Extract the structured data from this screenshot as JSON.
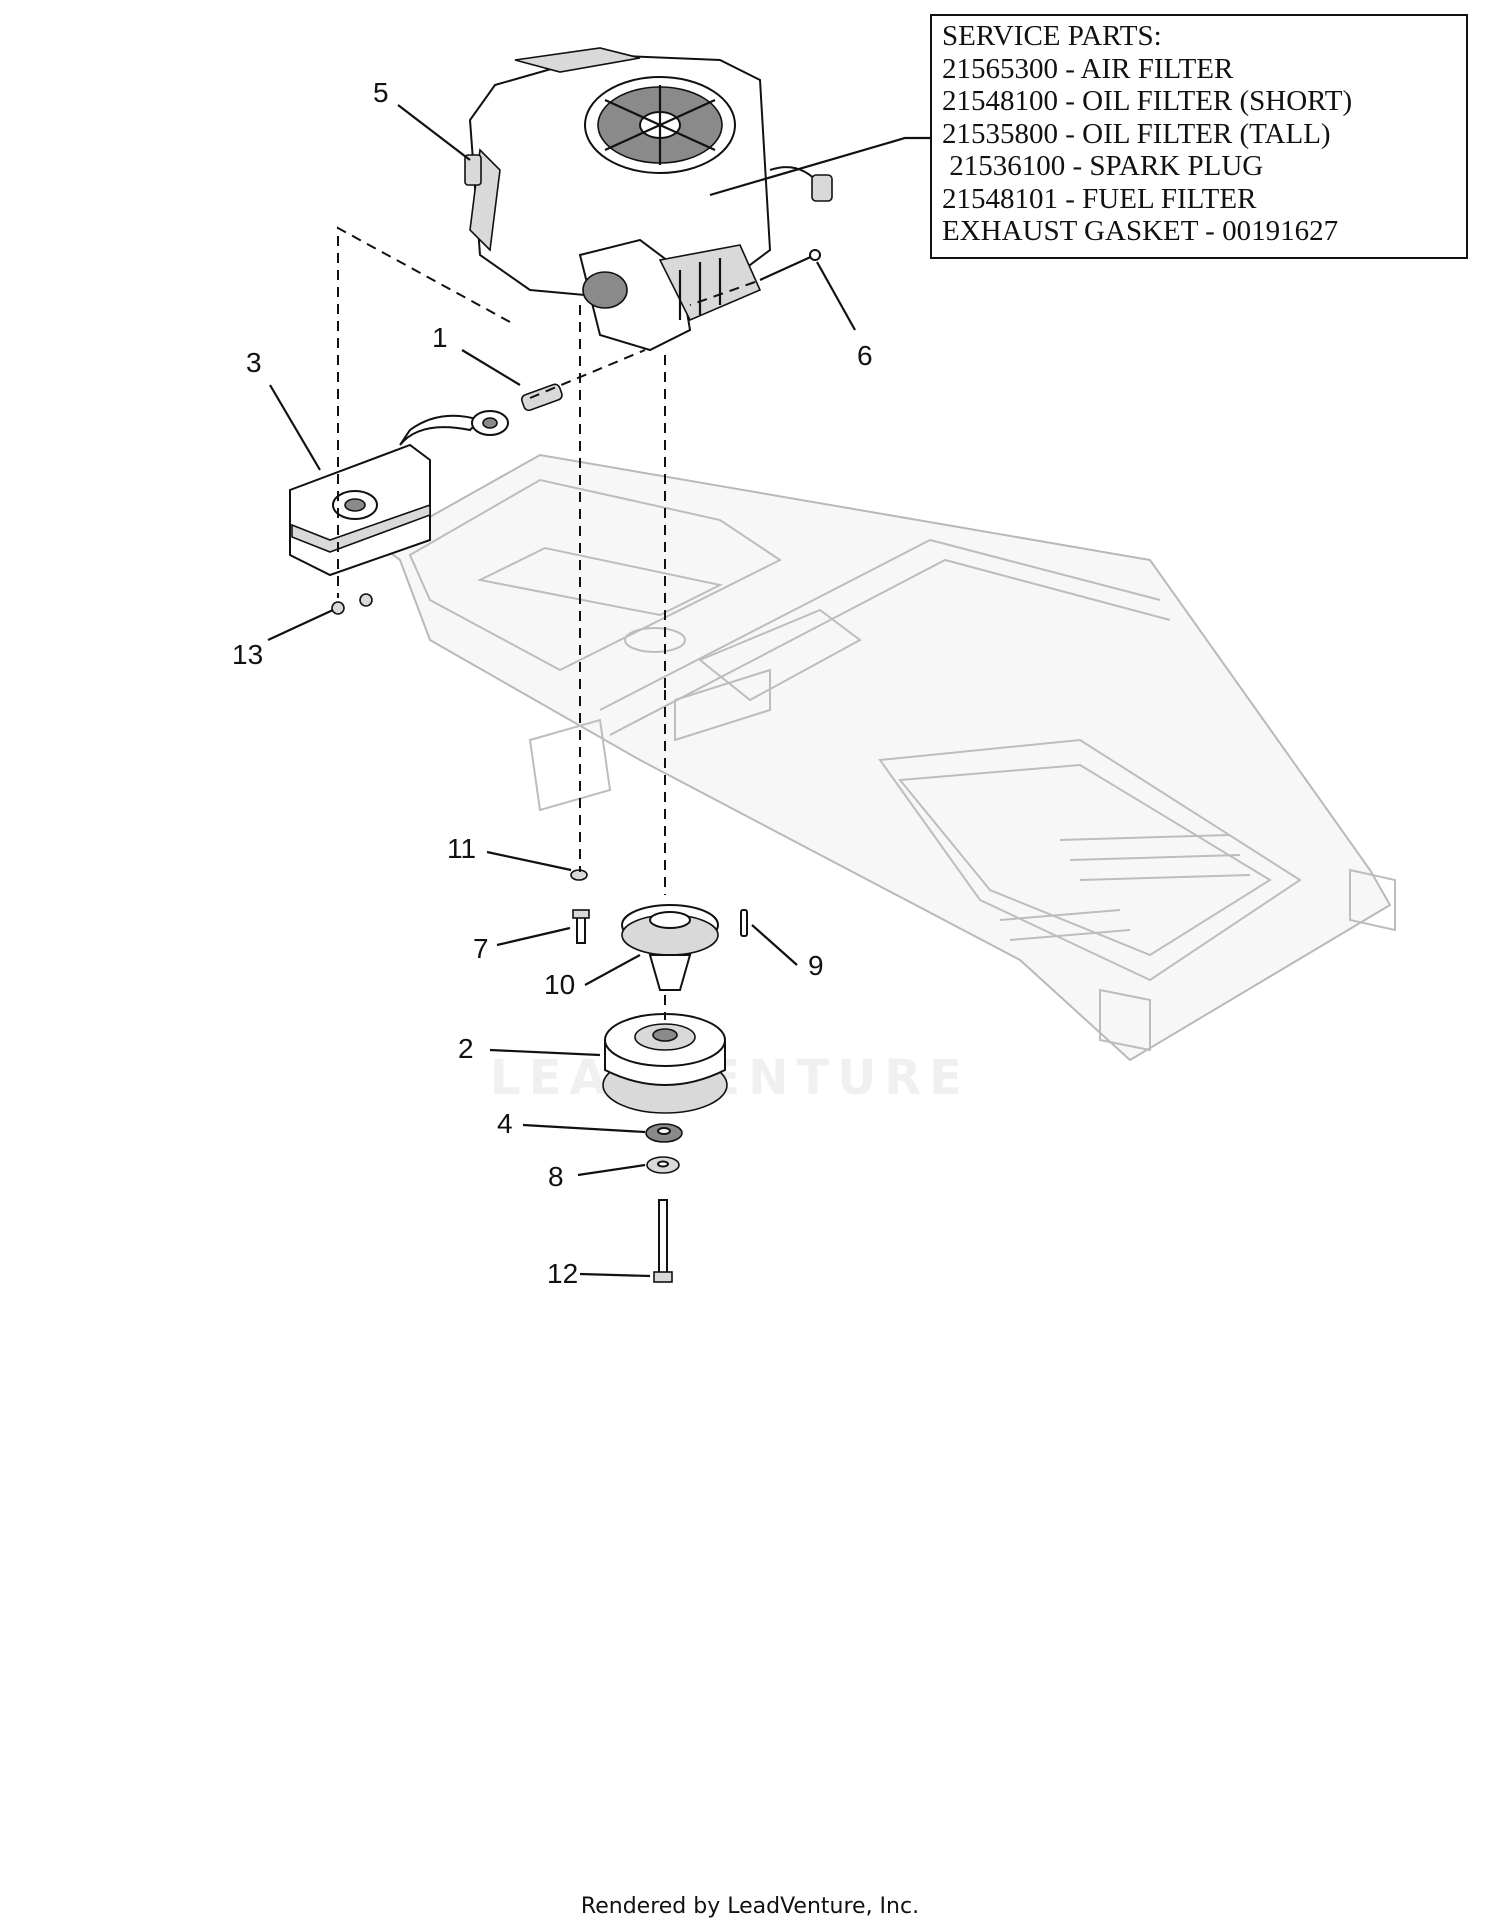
{
  "service_parts": {
    "lines": [
      "SERVICE PARTS:",
      "21565300 - AIR FILTER",
      "21548100 - OIL FILTER (SHORT)",
      "21535800 - OIL FILTER (TALL)",
      " 21536100 - SPARK PLUG",
      "21548101 - FUEL FILTER",
      "EXHAUST GASKET - 00191627"
    ]
  },
  "callouts": {
    "c1": "1",
    "c2": "2",
    "c3": "3",
    "c4": "4",
    "c5": "5",
    "c6": "6",
    "c7": "7",
    "c8": "8",
    "c9": "9",
    "c10": "10",
    "c11": "11",
    "c12": "12",
    "c13": "13"
  },
  "watermark": "LEADVENTURE",
  "footer": "Rendered by LeadVenture, Inc."
}
